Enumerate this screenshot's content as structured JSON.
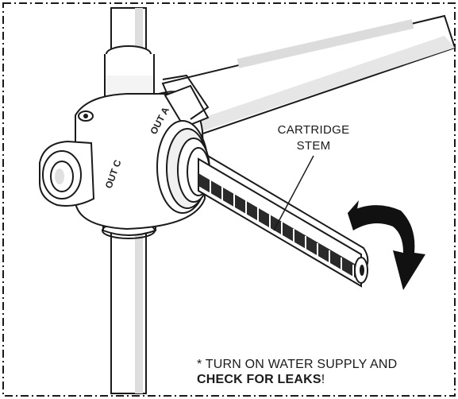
{
  "callout": {
    "line1": "CARTRIDGE",
    "line2": "STEM"
  },
  "instruction": {
    "prefix": "* TURN ON WATER SUPPLY AND",
    "emphasis": "CHECK FOR LEAKS",
    "suffix": "!"
  },
  "valve_ports": {
    "out_a": "OUT A",
    "out_c": "OUT C"
  },
  "colors": {
    "outline": "#1a1a1a",
    "pipe_fill": "#ffffff",
    "shade": "#d8d8d8",
    "arrow": "#111111"
  },
  "icons": [
    "rotate-arrow-icon"
  ]
}
